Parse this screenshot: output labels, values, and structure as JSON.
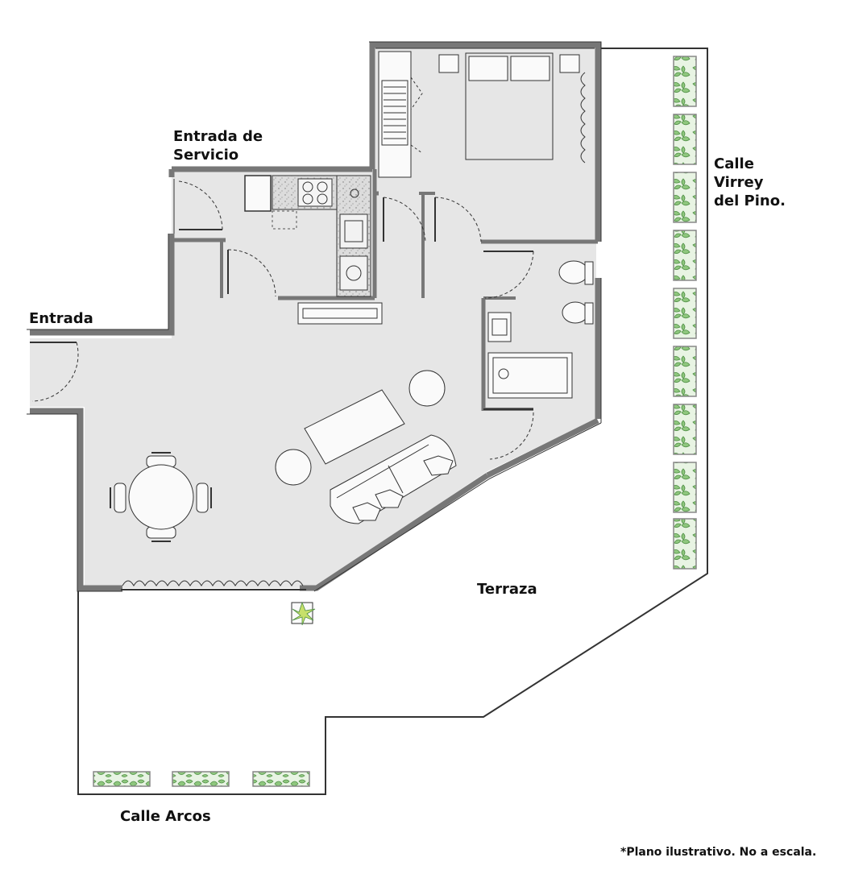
{
  "labels": {
    "service_entrance_line1": "Entrada de",
    "service_entrance_line2": "Servicio",
    "entrance": "Entrada",
    "street_east_line1": "Calle",
    "street_east_line2": "Virrey",
    "street_east_line3": "del Pino.",
    "terrace": "Terraza",
    "street_south": "Calle Arcos",
    "disclaimer": "*Plano ilustrativo. No a escala."
  },
  "colors": {
    "floor": "#e6e6e6",
    "wall": "#7a7a7a",
    "line": "#333333",
    "plant": "#8fc77e",
    "plant_dark": "#4f8f45"
  }
}
